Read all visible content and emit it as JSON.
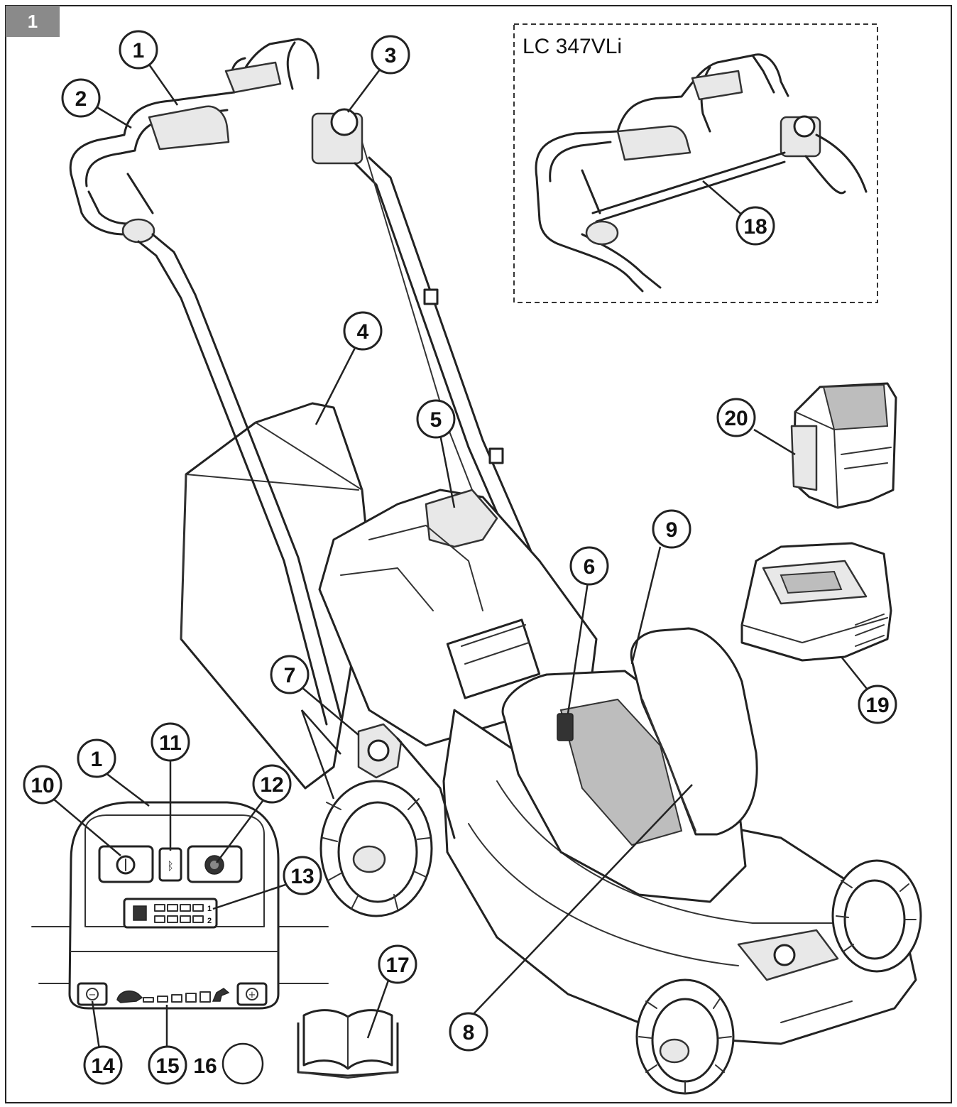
{
  "figure": {
    "number": "1",
    "tag_color": "#8a8a8a",
    "border_color": "#222222"
  },
  "inset": {
    "title": "LC 347VLi"
  },
  "callouts": [
    {
      "id": "c1a",
      "label": "1"
    },
    {
      "id": "c2",
      "label": "2"
    },
    {
      "id": "c3",
      "label": "3"
    },
    {
      "id": "c4",
      "label": "4"
    },
    {
      "id": "c5",
      "label": "5"
    },
    {
      "id": "c6",
      "label": "6"
    },
    {
      "id": "c7",
      "label": "7"
    },
    {
      "id": "c8",
      "label": "8"
    },
    {
      "id": "c9",
      "label": "9"
    },
    {
      "id": "c1b",
      "label": "1"
    },
    {
      "id": "c10",
      "label": "10"
    },
    {
      "id": "c11",
      "label": "11"
    },
    {
      "id": "c12",
      "label": "12"
    },
    {
      "id": "c13",
      "label": "13"
    },
    {
      "id": "c14",
      "label": "14"
    },
    {
      "id": "c15",
      "label": "15"
    },
    {
      "id": "c16",
      "label": "16"
    },
    {
      "id": "c17",
      "label": "17"
    },
    {
      "id": "c18",
      "label": "18"
    },
    {
      "id": "c19",
      "label": "19"
    },
    {
      "id": "c20",
      "label": "20"
    }
  ],
  "control_panel": {
    "led_row_labels": [
      "1",
      "2"
    ],
    "minus_symbol": "−",
    "plus_symbol": "+"
  }
}
